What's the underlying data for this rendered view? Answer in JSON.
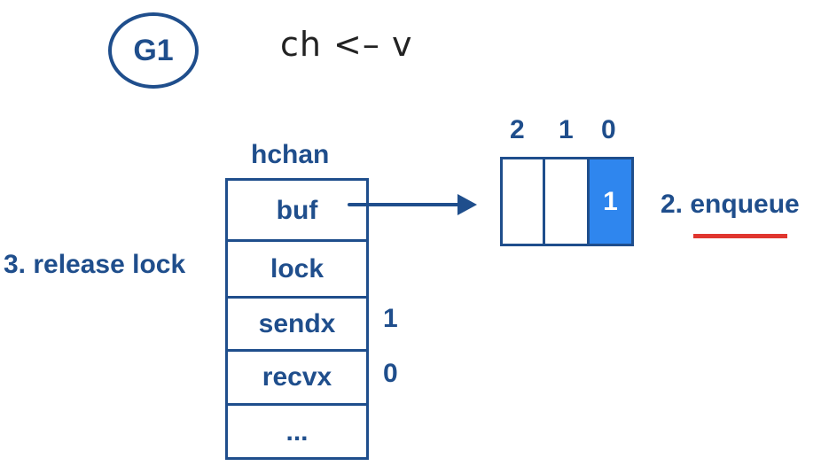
{
  "goroutine": {
    "label": "G1"
  },
  "statement": "ch <– v",
  "hchan": {
    "title": "hchan",
    "fields": [
      {
        "name": "buf"
      },
      {
        "name": "lock"
      },
      {
        "name": "sendx",
        "value": "1"
      },
      {
        "name": "recvx",
        "value": "0"
      },
      {
        "name": "..."
      }
    ]
  },
  "buffer": {
    "indices": [
      "2",
      "1",
      "0"
    ],
    "slots": [
      "",
      "",
      "1"
    ],
    "filled_color": "#2f86ee"
  },
  "steps": {
    "enqueue": "2. enqueue",
    "release_lock": "3. release lock"
  },
  "colors": {
    "primary": "#1f4e8c",
    "accent_underline": "#e0362f",
    "code_text": "#222222"
  }
}
